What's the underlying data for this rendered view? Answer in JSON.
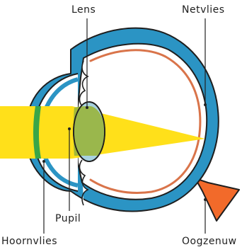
{
  "labels": {
    "lens": "Lens",
    "netvlies": "Netvlies",
    "pupil": "Pupil",
    "hoornvlies": "Hoornvlies",
    "oogzenuw": "Oogzenuw"
  },
  "colors": {
    "sclera": "#2b94c4",
    "retina": "#d9744a",
    "optic_nerve": "#f26a2a",
    "light_beam": "#ffe01a",
    "lens_fill": "#a8d2e0",
    "lens_overlap": "#98b43c",
    "cornea_overlap": "#3aa648",
    "leader_line": "#222222"
  }
}
